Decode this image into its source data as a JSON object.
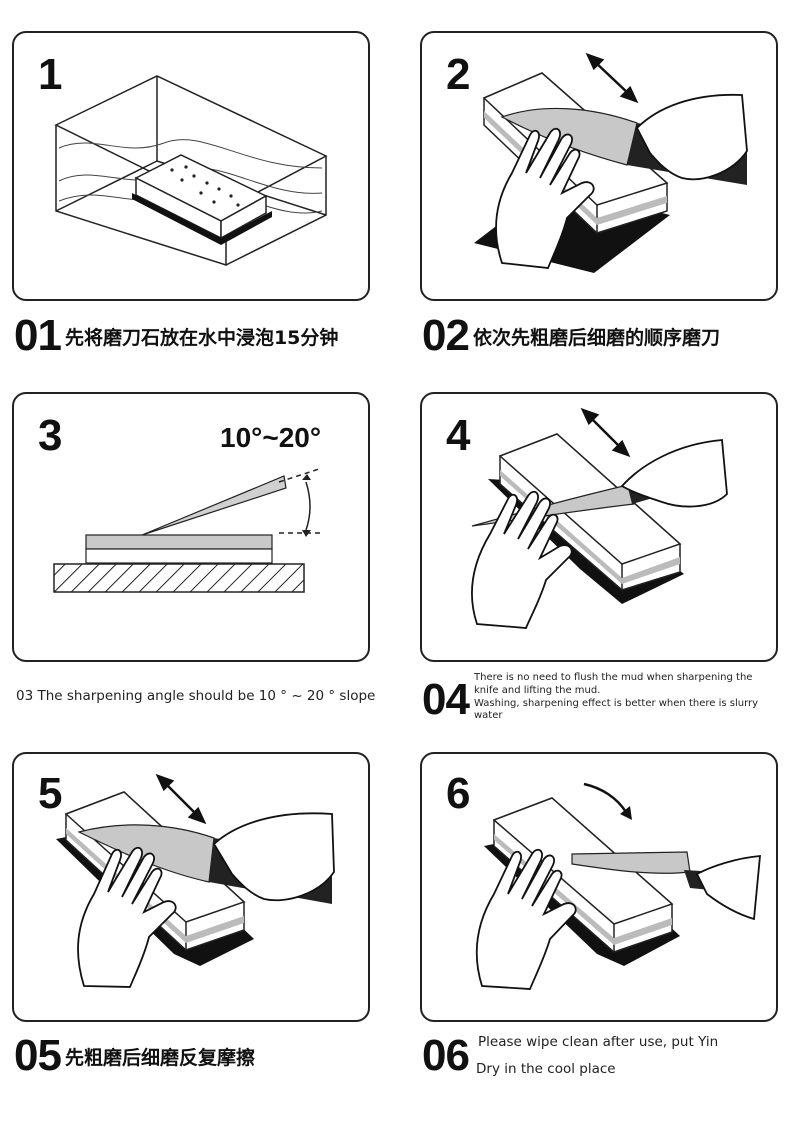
{
  "steps": [
    {
      "number": "1",
      "caption_number": "01",
      "caption": "先将磨刀石放在水中浸泡15分钟"
    },
    {
      "number": "2",
      "caption_number": "02",
      "caption": "依次先粗磨后细磨的顺序磨刀"
    },
    {
      "number": "3",
      "angle_label": "10°~20°",
      "caption": "03 The sharpening angle should be 10 ° ~ 20 ° slope"
    },
    {
      "number": "4",
      "caption_number": "04",
      "caption_lines": [
        "There is no need to flush the mud when sharpening the",
        "knife and lifting the mud.",
        "Washing, sharpening effect is better when there is slurry",
        "water"
      ]
    },
    {
      "number": "5",
      "caption_number": "05",
      "caption": "先粗磨后细磨反复摩擦"
    },
    {
      "number": "6",
      "caption_number": "06",
      "caption_lines": [
        "Please wipe clean after use, put Yin",
        "Dry in the cool place"
      ]
    }
  ]
}
